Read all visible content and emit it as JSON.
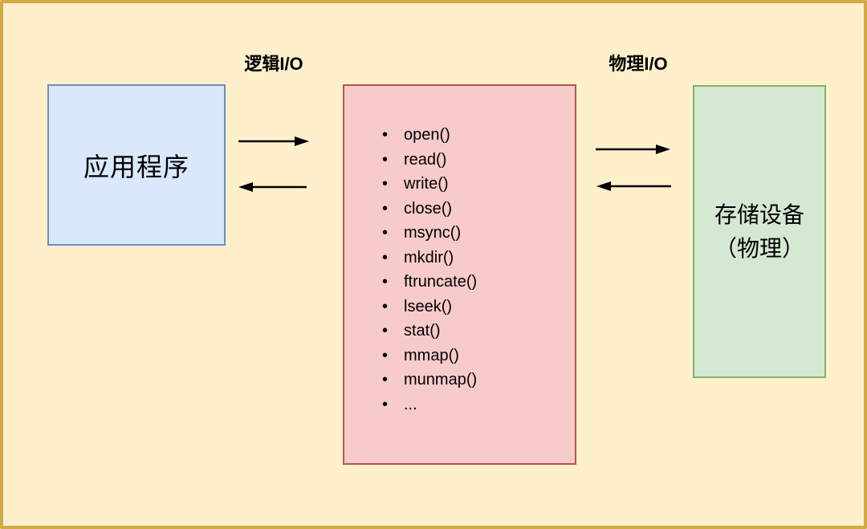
{
  "nodes": {
    "application": {
      "label": "应用程序",
      "fill": "#DAE8FC",
      "border": "#6C8EBF"
    },
    "syscalls": {
      "items": [
        "open()",
        "read()",
        "write()",
        "close()",
        "msync()",
        "mkdir()",
        "ftruncate()",
        "lseek()",
        "stat()",
        "mmap()",
        "munmap()",
        "..."
      ],
      "fill": "#F6CBCA",
      "border": "#B85450"
    },
    "storage": {
      "lines": [
        "存储设备",
        "（物理）"
      ],
      "fill": "#D5E8D4",
      "border": "#82B366"
    }
  },
  "labels": {
    "logical_io": "逻辑I/O",
    "physical_io": "物理I/O"
  },
  "colors": {
    "background": "#FDF0CB",
    "frame_border": "#D2A944",
    "arrow": "#000000",
    "text": "#000000"
  }
}
